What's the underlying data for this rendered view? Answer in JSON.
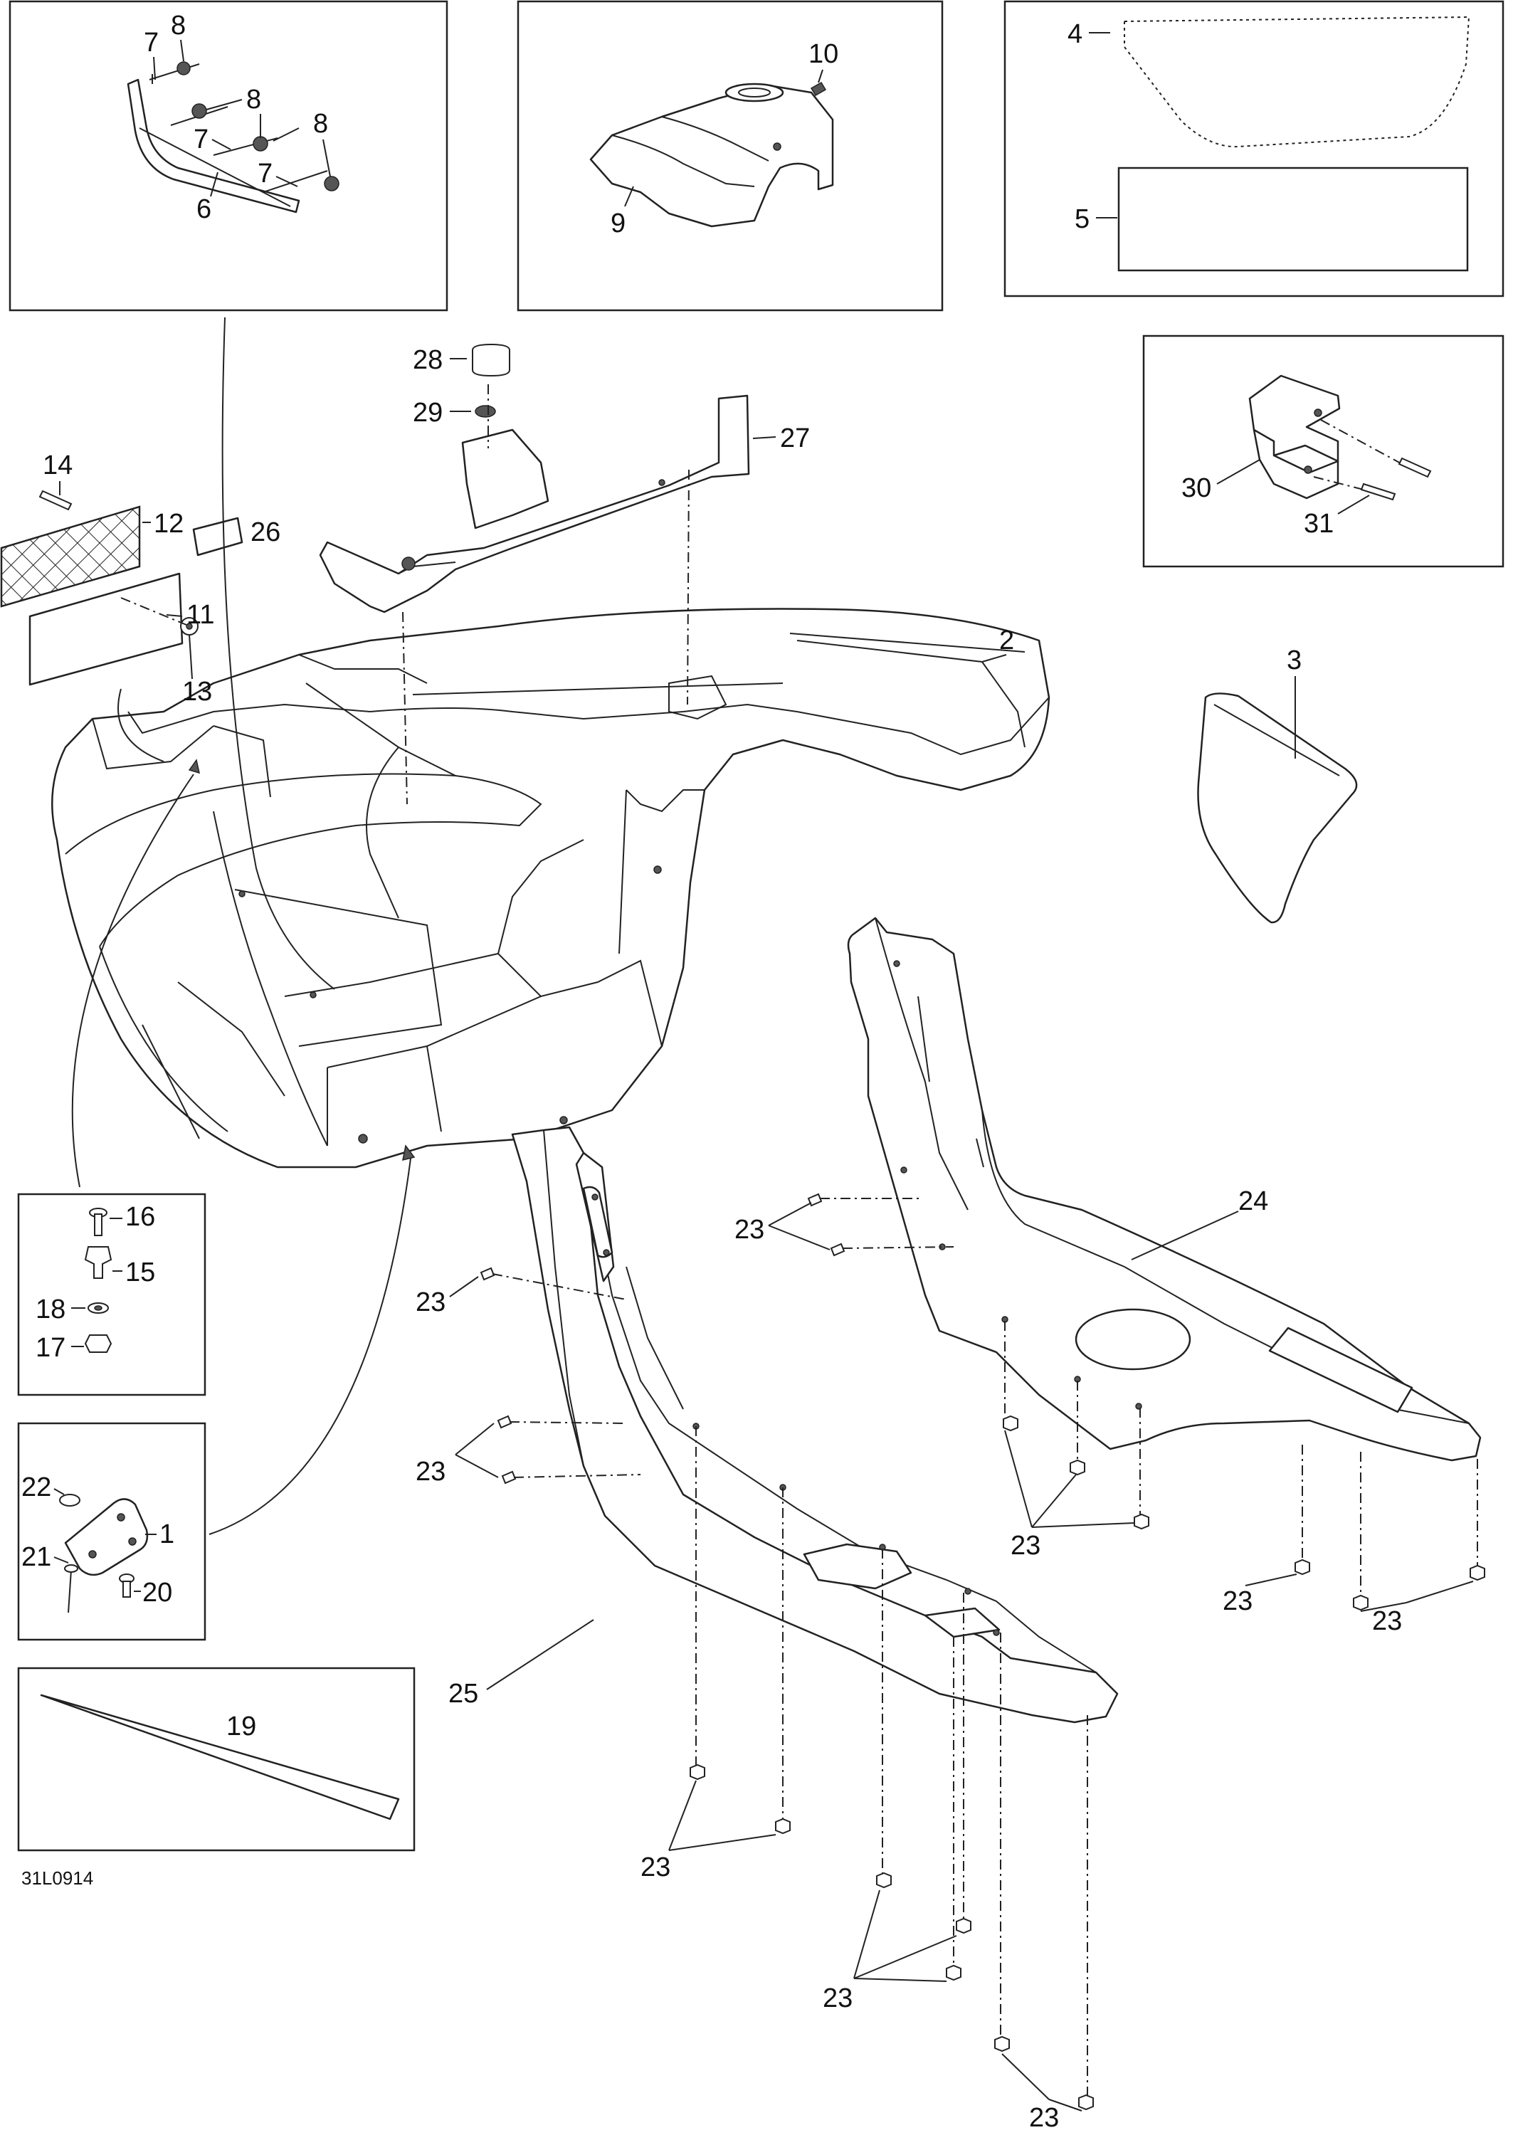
{
  "drawing_code": "31L0914",
  "callouts": {
    "c1": "1",
    "c2": "2",
    "c3": "3",
    "c4": "4",
    "c5": "5",
    "c6": "6",
    "c7a": "7",
    "c7b": "7",
    "c7c": "7",
    "c8a": "8",
    "c8b": "8",
    "c8c": "8",
    "c9": "9",
    "c10": "10",
    "c11": "11",
    "c12": "12",
    "c13": "13",
    "c14": "14",
    "c15": "15",
    "c16": "16",
    "c17": "17",
    "c18": "18",
    "c19": "19",
    "c20": "20",
    "c21": "21",
    "c22": "22",
    "c23a": "23",
    "c23b": "23",
    "c23c": "23",
    "c23d": "23",
    "c23e": "23",
    "c23f": "23",
    "c23g": "23",
    "c23h": "23",
    "c23i": "23",
    "c24": "24",
    "c25": "25",
    "c26": "26",
    "c27": "27",
    "c28": "28",
    "c29": "29",
    "c30": "30",
    "c31": "31"
  }
}
